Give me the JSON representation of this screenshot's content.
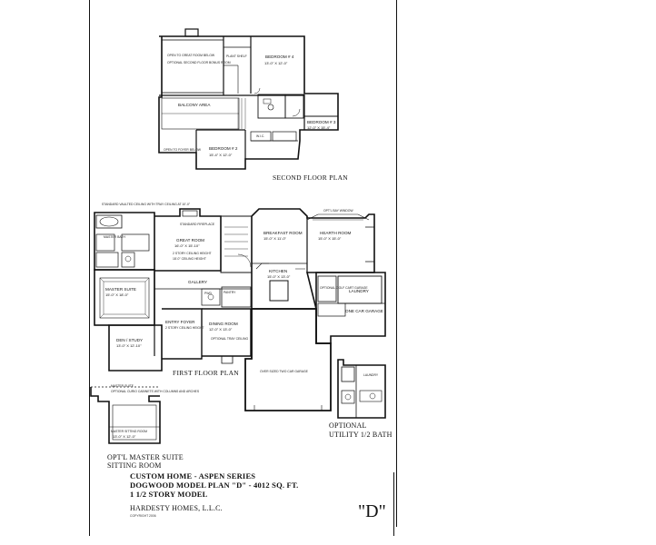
{
  "second_floor": {
    "title": "SECOND FLOOR PLAN",
    "rooms": {
      "open_to_great_room": "OPEN TO GREAT ROOM BELOW",
      "optional_second_floor": "OPTIONAL SECOND FLOOR BONUS ROOM",
      "plant_shelf": "PLANT SHELF",
      "bedroom4": "BEDROOM # 4",
      "bedroom4_dim": "13'-0\" X 12'-0\"",
      "balcony_area": "BALCONY AREA",
      "bedroom3": "BEDROOM # 3",
      "bedroom3_dim": "12'-0\" X 15'-4\"",
      "open_to_foyer": "OPEN TO FOYER BELOW",
      "bedroom2": "BEDROOM # 2",
      "bedroom2_dim": "15'-4\" X 12'-0\"",
      "wic": "W.I.C."
    }
  },
  "first_floor": {
    "title": "FIRST FLOOR PLAN",
    "rooms": {
      "master_bath_note": "STANDARD VAULTED CEILING WITH TRAY CEILING AT 10'-0\"",
      "master_bath": "MASTER BATH",
      "great_room": "GREAT ROOM",
      "great_room_dim": "16'-0\" X 15'-10\"",
      "great_room_note": "2 STORY CEILING HEIGHT",
      "great_room_note2": "18'-0\" CEILING HEIGHT",
      "great_room_fireplace": "STANDARD FIREPLACE",
      "breakfast_room": "BREAKFAST ROOM",
      "breakfast_dim": "15'-0\" X 11'-0\"",
      "hearth_room": "HEARTH ROOM",
      "hearth_dim": "15'-0\" X 15'-0\"",
      "opt_bay": "OPT'L BAY WINDOW",
      "kitchen": "KITCHEN",
      "kitchen_dim": "15'-0\" X 13'-0\"",
      "master_suite": "MASTER SUITE",
      "master_suite_dim": "15'-0\" X 18'-0\"",
      "gallery": "GALLERY",
      "pantry": "PANTRY",
      "laundry": "LAUNDRY",
      "optional_golf_cart": "OPTIONAL GOLF CART GARAGE",
      "one_car_garage": "ONE CAR GARAGE",
      "entry_foyer": "ENTRY FOYER",
      "entry_note": "2 STORY CEILING HEIGHT",
      "dining_room": "DINING ROOM",
      "dining_dim": "12'-0\" X 13'-0\"",
      "dining_note": "OPTIONAL TRAY CEILING",
      "den_study": "DEN / STUDY",
      "den_dim": "13'-0\" X 12'-10\"",
      "two_car_garage": "OVER SIZED TWO CAR GARAGE",
      "powder": "PWD"
    }
  },
  "sitting_room": {
    "label1": "MASTER SUITE",
    "label1_note": "OPTIONAL CURIO CABINETS WITH COLUMNS AND ARCHES",
    "label2": "MASTER SITTING ROOM",
    "label2_dim": "13'-0\" X 12'-0\"",
    "caption_line1": "OPT'L MASTER SUITE",
    "caption_line2": "SITTING ROOM"
  },
  "utility": {
    "laundry": "LAUNDRY",
    "caption_line1": "OPTIONAL",
    "caption_line2": "UTILITY 1/2 BATH"
  },
  "title_block": {
    "line1": "CUSTOM HOME - ASPEN SERIES",
    "line2": "DOGWOOD MODEL PLAN \"D\" - 4012 SQ. FT.",
    "line3": "1 1/2 STORY MODEL",
    "company": "HARDESTY HOMES, L.L.C.",
    "copyright": "COPYRIGHT 2006",
    "letter": "\"D\""
  }
}
